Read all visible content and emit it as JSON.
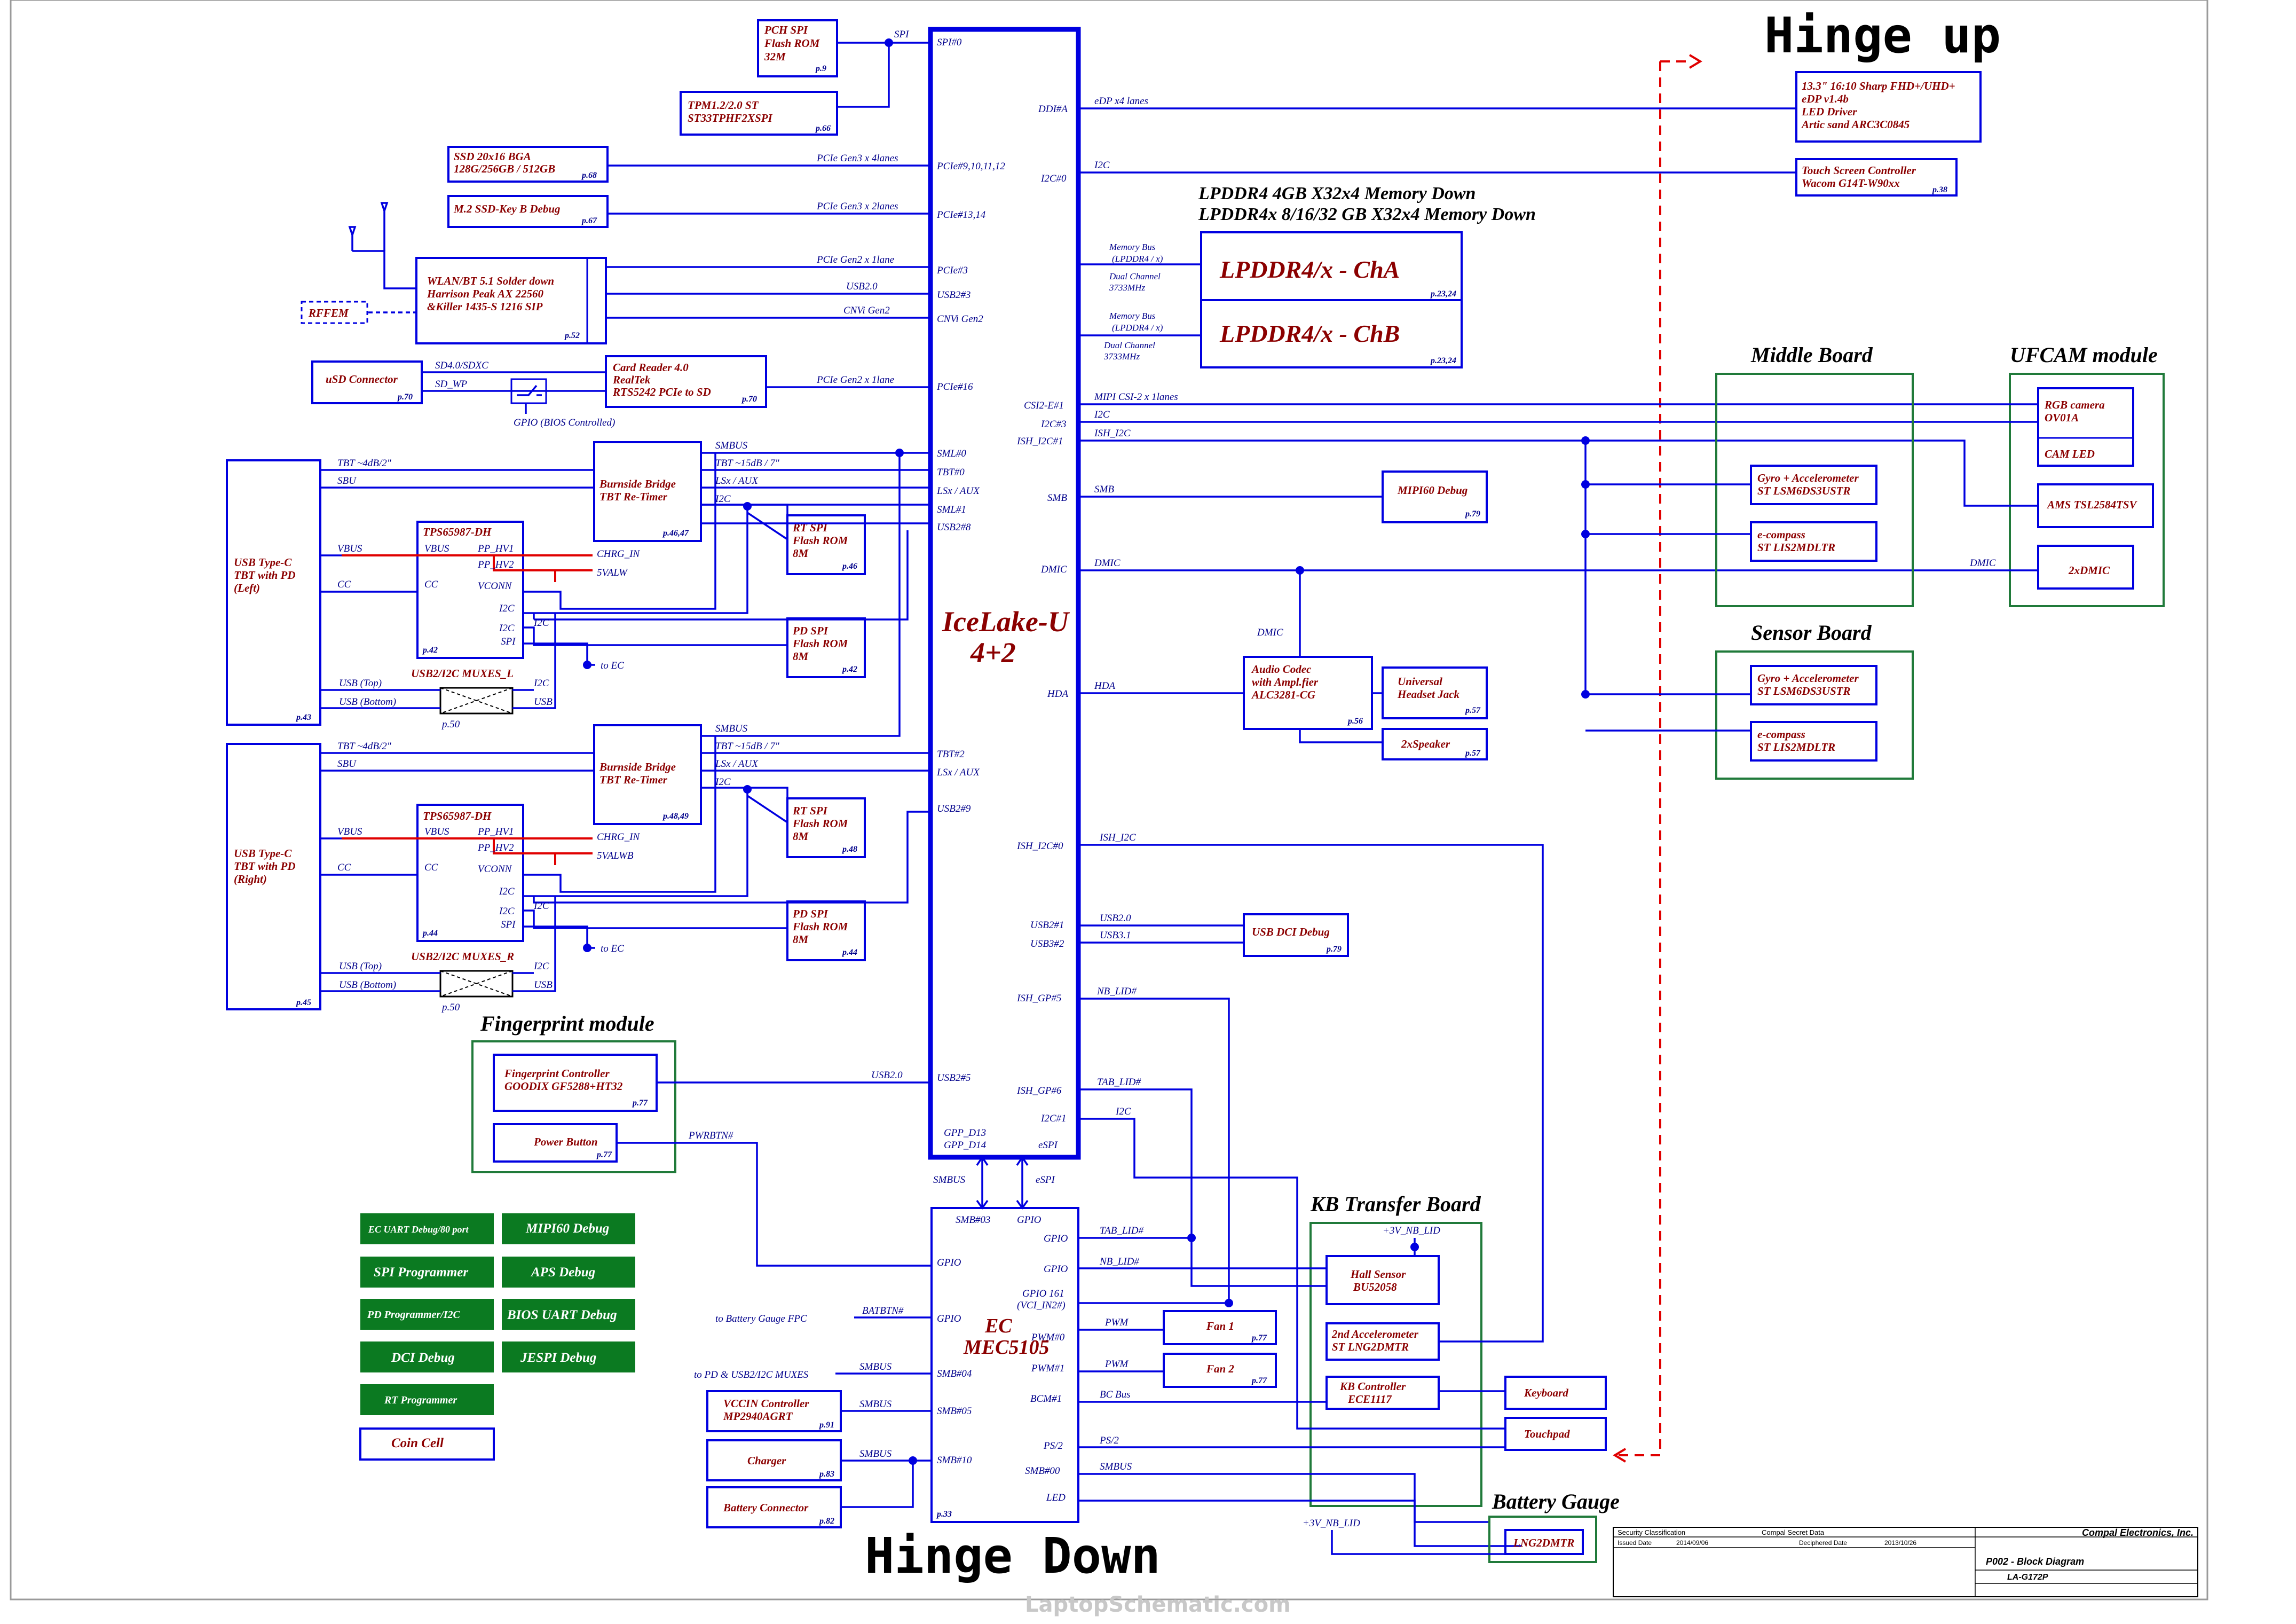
{
  "hinge_up": "Hinge up",
  "hinge_down": "Hinge Down",
  "watermark": "LaptopSchematic.com",
  "soc": {
    "name": "IceLake-U",
    "sub": "4+2"
  },
  "soc_pins_left": [
    "SPI#0",
    "PCIe#9,10,11,12",
    "PCIe#13,14",
    "PCIe#3",
    "USB2#3",
    "CNVi Gen2",
    "PCIe#16",
    "SML#0",
    "TBT#0",
    "LSx / AUX",
    "SML#1",
    "USB2#8",
    "TBT#2",
    "LSx / AUX",
    "USB2#9",
    "USB2#5",
    "GPP_D13",
    "GPP_D14"
  ],
  "soc_pins_right": [
    "DDI#A",
    "I2C#0",
    "CSI2-E#1",
    "I2C#3",
    "ISH_I2C#1",
    "SMB",
    "DMIC",
    "HDA",
    "ISH_I2C#0",
    "USB2#1",
    "USB3#2",
    "ISH_GP#5",
    "ISH_GP#6",
    "I2C#1",
    "eSPI"
  ],
  "blocks": {
    "pch_spi": [
      "PCH SPI",
      "Flash ROM",
      "32M",
      "p.9"
    ],
    "tpm": [
      "TPM1.2/2.0 ST",
      "ST33TPHF2XSPI",
      "p.66"
    ],
    "ssd": [
      "SSD 20x16 BGA",
      "128G/256GB / 512GB",
      "p.68"
    ],
    "m2": [
      "M.2 SSD-Key B Debug",
      "p.67"
    ],
    "wlan": [
      "WLAN/BT 5.1 Solder down",
      "Harrison Peak AX 22560",
      "&Killer 1435-S 1216 SIP",
      "p.52"
    ],
    "rffem": "RFFEM",
    "usd": [
      "uSD Connector",
      "p.70"
    ],
    "cardreader": [
      "Card Reader 4.0",
      "RealTek",
      "RTS5242 PCIe to SD",
      "p.70"
    ],
    "gpio_bios": "GPIO (BIOS Controlled)",
    "typec_l": [
      "USB Type-C",
      "TBT with PD",
      "(Left)",
      "p.43"
    ],
    "typec_r": [
      "USB Type-C",
      "TBT with PD",
      "(Right)",
      "p.45"
    ],
    "burnside_l": [
      "Burnside Bridge",
      "TBT Re-Timer",
      "p.46,47"
    ],
    "burnside_r": [
      "Burnside Bridge",
      "TBT Re-Timer",
      "p.48,49"
    ],
    "tps_l": [
      "TPS65987-DH",
      "p.42"
    ],
    "tps_r": [
      "TPS65987-DH",
      "p.44"
    ],
    "rtspi_l": [
      "RT SPI",
      "Flash ROM",
      "8M",
      "p.46"
    ],
    "pdspi_l": [
      "PD SPI",
      "Flash ROM",
      "8M",
      "p.42"
    ],
    "rtspi_r": [
      "RT SPI",
      "Flash ROM",
      "8M",
      "p.48"
    ],
    "pdspi_r": [
      "PD SPI",
      "Flash ROM",
      "8M",
      "p.44"
    ],
    "mux_l": "USB2/I2C MUXES_L",
    "mux_r": "USB2/I2C MUXES_R",
    "fp_ctrl": [
      "Fingerprint Controller",
      "GOODIX GF5288+HT32",
      "p.77"
    ],
    "power_btn": [
      "Power Button",
      "p.77"
    ],
    "display": [
      "13.3\" 16:10 Sharp FHD+/UHD+",
      "eDP v1.4b",
      "LED Driver",
      "Artic sand ARC3C0845"
    ],
    "touch": [
      "Touch Screen Controller",
      "Wacom G14T-W90xx",
      "p.38"
    ],
    "lpddr_title1": "LPDDR4 4GB X32x4 Memory Down",
    "lpddr_title2": "LPDDR4x 8/16/32 GB X32x4 Memory Down",
    "cha": "LPDDR4/x - ChA",
    "chb": "LPDDR4/x - ChB",
    "mem_page": "p.23,24",
    "mipi_dbg": [
      "MIPI60 Debug",
      "p.79"
    ],
    "codec": [
      "Audio Codec",
      "with Ampl.fier",
      "ALC3281-CG",
      "p.56"
    ],
    "jack": [
      "Universal",
      "Headset Jack",
      "p.57"
    ],
    "speaker": [
      "2xSpeaker",
      "p.57"
    ],
    "usb_dci": [
      "USB DCI Debug",
      "p.79"
    ],
    "ec": [
      "EC",
      "MEC5105",
      "p.33"
    ],
    "vccin": [
      "VCCIN Controller",
      "MP2940AGRT",
      "p.91"
    ],
    "charger": [
      "Charger",
      "p.83"
    ],
    "battery_conn": [
      "Battery Connector",
      "p.82"
    ],
    "fan1": [
      "Fan 1",
      "p.77"
    ],
    "fan2": [
      "Fan 2",
      "p.77"
    ],
    "hall": [
      "Hall Sensor",
      "BU52058"
    ],
    "accel2": [
      "2nd Accelerometer",
      "ST LNG2DMTR"
    ],
    "kbc": [
      "KB Controller",
      "ECE1117"
    ],
    "keyboard": "Keyboard",
    "touchpad": "Touchpad",
    "lng2": "LNG2DMTR",
    "rgbcam": [
      "RGB camera",
      "OV01A"
    ],
    "camled": "CAM LED",
    "ams": "AMS TSL2584TSV",
    "dmic2": "2xDMIC",
    "mid_gyro": [
      "Gyro + Accelerometer",
      "ST LSM6DS3USTR"
    ],
    "mid_comp": [
      "e-compass",
      "ST LIS2MDLTR"
    ],
    "sen_gyro": [
      "Gyro + Accelerometer",
      "ST LSM6DS3USTR"
    ],
    "sen_comp": [
      "e-compass",
      "ST LIS2MDLTR"
    ]
  },
  "groups": {
    "middle": "Middle Board",
    "sensor": "Sensor Board",
    "ufcam": "UFCAM module",
    "fingerprint": "Fingerprint module",
    "kb_transfer": "KB Transfer Board",
    "battery_gauge": "Battery Gauge",
    "v3_nb_lid": "+3V_NB_LID"
  },
  "debug_buttons": [
    "EC UART Debug/80 port",
    "MIPI60 Debug",
    "SPI Programmer",
    "APS Debug",
    "PD Programmer/I2C",
    "BIOS UART Debug",
    "DCI Debug",
    "JESPI Debug",
    "RT Programmer"
  ],
  "coin_cell": "Coin Cell",
  "signals": {
    "spi": "SPI",
    "pcie_gen3x4": "PCIe Gen3 x 4lanes",
    "pcie_gen3x2": "PCIe Gen3 x 2lanes",
    "pcie_gen2x1": "PCIe Gen2 x 1lane",
    "usb20": "USB2.0",
    "cnvi": "CNVi Gen2",
    "sdxc": "SD4.0/SDXC",
    "sdwp": "SD_WP",
    "edp": "eDP x4 lanes",
    "i2c": "I2C",
    "membus": "Memory Bus",
    "lpddr": "(LPDDR4 / x)",
    "dualch": "Dual Channel",
    "freq": "3733MHz",
    "mipi_csi": "MIPI CSI-2 x 1lanes",
    "ish_i2c": "ISH_I2C",
    "smb": "SMB",
    "dmic": "DMIC",
    "hda": "HDA",
    "usb30": "USB3.1",
    "nb_lid": "NB_LID#",
    "tab_lid": "TAB_LID#",
    "smbus": "SMBUS",
    "espi": "eSPI",
    "tbt": "TBT ~4dB/2\"",
    "sbu": "SBU",
    "vbus": "VBUS",
    "cc": "CC",
    "ppv1": "PP_HV1",
    "ppv2": "PP_HV2",
    "vconn": "VCONN",
    "chrg": "CHRG_IN",
    "valw": "5VALW",
    "valwb": "5VALWB",
    "tbt15": "TBT ~15dB / 7\"",
    "lsx": "LSx / AUX",
    "usbtop": "USB (Top)",
    "usbbot": "USB (Bottom)",
    "toec": "to EC",
    "usb": "USB",
    "pwrbtn": "PWRBTN#",
    "batbtn": "BATBTN#",
    "tobattery": "to Battery Gauge FPC",
    "tomux": "to PD & USB2/I2C MUXES",
    "pwm": "PWM",
    "bcbus": "BC Bus",
    "ps2": "PS/2",
    "gpio": "GPIO",
    "p50": "p.50"
  },
  "title_block": {
    "company": "Compal Electronics, Inc.",
    "title": "P002 - Block Diagram",
    "doc": "LA-G172P",
    "security": "Security Classification",
    "secret": "Compal Secret Data",
    "issued": "Issued Date",
    "issued_v": "2014/09/06",
    "deciphered": "Deciphered Date",
    "deciphered_v": "2013/10/26"
  }
}
